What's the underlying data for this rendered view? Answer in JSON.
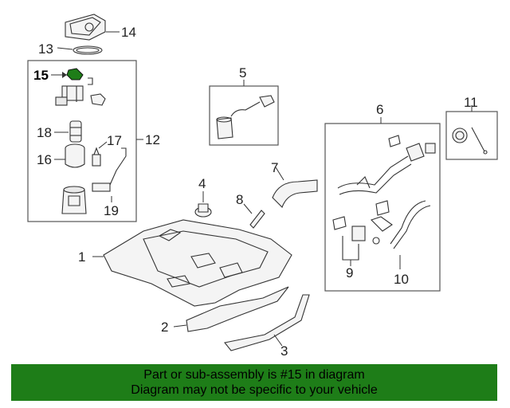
{
  "callouts": {
    "c1": "1",
    "c2": "2",
    "c3": "3",
    "c4": "4",
    "c5": "5",
    "c6": "6",
    "c7": "7",
    "c8": "8",
    "c9": "9",
    "c10": "10",
    "c11": "11",
    "c12": "12",
    "c13": "13",
    "c14": "14",
    "c15": "15",
    "c16": "16",
    "c17": "17",
    "c18": "18",
    "c19": "19"
  },
  "highlight": {
    "part_number": "15",
    "color": "#1e7d18"
  },
  "banner": {
    "line1": "Part or sub-assembly is #15 in diagram",
    "line2": "Diagram may not be specific to your vehicle",
    "background": "#1e7d18"
  }
}
